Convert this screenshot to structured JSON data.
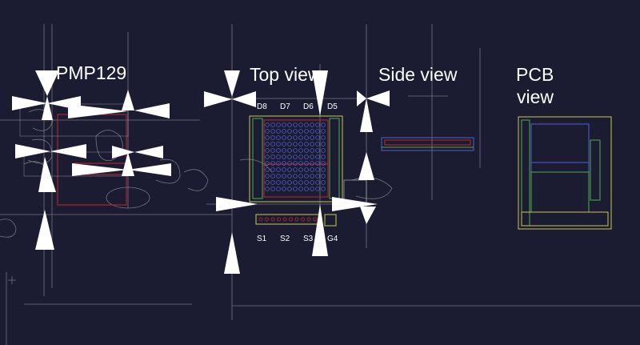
{
  "titles": {
    "package": "PMP129",
    "top_view": "Top view",
    "side_view": "Side view",
    "pcb_view_line1": "PCB",
    "pcb_view_line2": "view"
  },
  "pins": {
    "top": [
      "D8",
      "D7",
      "D6",
      "D5"
    ],
    "bottom": [
      "S1",
      "S2",
      "S3",
      "G4"
    ]
  },
  "colors": {
    "background": "#1b1b31",
    "guide_line": "#d9d9d9",
    "outline_red": "#c0282d",
    "outline_green": "#4caf50",
    "outline_yellow": "#c8c850",
    "outline_blue": "#5060d0",
    "text": "#ffffff"
  }
}
